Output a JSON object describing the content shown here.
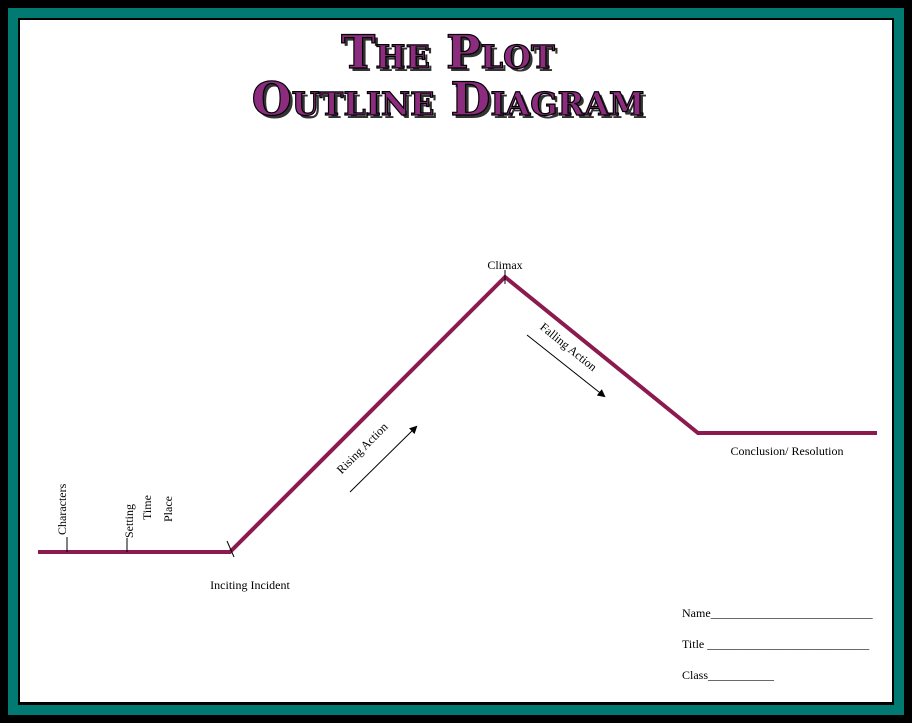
{
  "title": {
    "line1": "The Plot",
    "line2": "Outline Diagram"
  },
  "colors": {
    "frame_outer": "#000000",
    "frame_teal": "#007a73",
    "frame_inner_border": "#000000",
    "title_fill": "#8c2c7f",
    "title_shadow": "#333333",
    "plot_line": "#8b1a4f"
  },
  "labels": {
    "climax": "Climax",
    "rising_action": "Rising Action",
    "falling_action": "Falling Action",
    "conclusion": "Conclusion/ Resolution",
    "inciting_incident": "Inciting Incident",
    "characters": "Characters",
    "setting": "Setting",
    "time": "Time",
    "place": "Place"
  },
  "form": {
    "name": "Name___________________________",
    "title": "Title ___________________________",
    "class": "Class___________"
  }
}
